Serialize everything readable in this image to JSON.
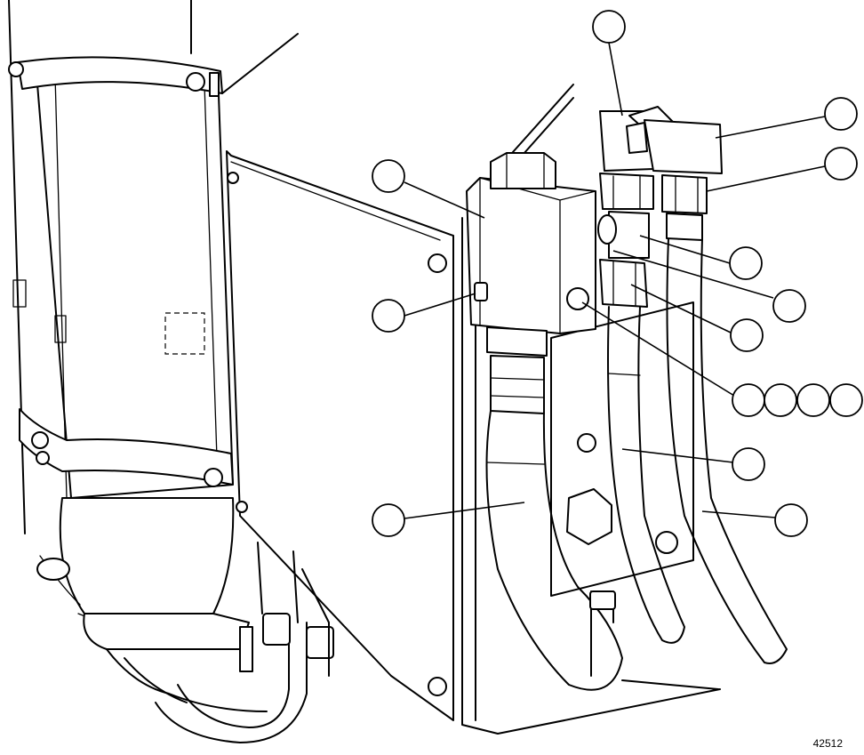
{
  "figure": {
    "number": "42512"
  },
  "callouts": [
    {
      "id": "callout-1"
    },
    {
      "id": "callout-2"
    },
    {
      "id": "callout-3"
    },
    {
      "id": "callout-4"
    },
    {
      "id": "callout-5"
    },
    {
      "id": "callout-6"
    },
    {
      "id": "callout-7"
    },
    {
      "id": "callout-8"
    },
    {
      "id": "callout-9"
    },
    {
      "id": "callout-10"
    },
    {
      "id": "callout-11"
    },
    {
      "id": "callout-12"
    },
    {
      "id": "callout-13"
    },
    {
      "id": "callout-14"
    },
    {
      "id": "callout-15"
    },
    {
      "id": "callout-16"
    }
  ]
}
